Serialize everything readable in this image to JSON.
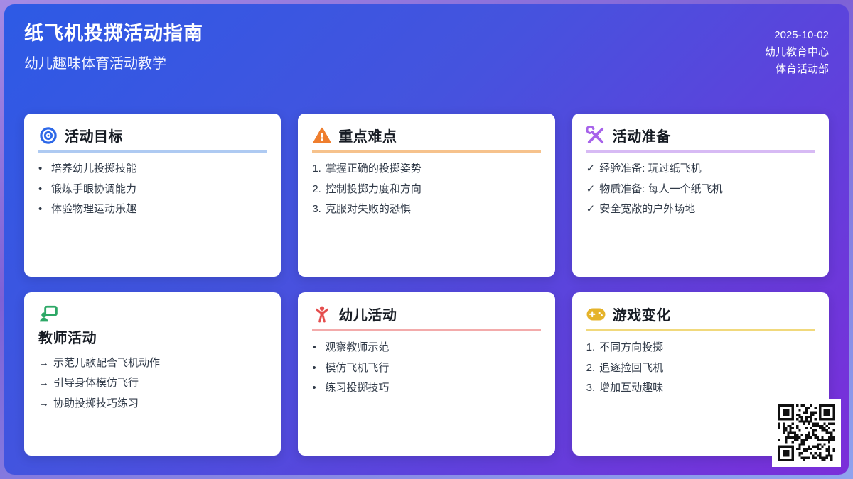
{
  "header": {
    "title": "纸飞机投掷活动指南",
    "subtitle": "幼儿趣味体育活动教学",
    "meta": {
      "date": "2025-10-02",
      "org": "幼儿教育中心",
      "dept": "体育活动部"
    }
  },
  "colors": {
    "background_gradient_from": "#2d5ae5",
    "background_gradient_to": "#7b2ed9",
    "frame_border_from": "#a58be4",
    "frame_border_to": "#8fa3ee",
    "card_background": "#ffffff"
  },
  "cards": [
    {
      "id": "activity-goals",
      "title": "活动目标",
      "icon": "target-icon",
      "icon_color": "#2d68e8",
      "accent": "#aecaf2",
      "prefixes": [
        "•",
        "•",
        "•"
      ],
      "items": [
        "培养幼儿投掷技能",
        "锻炼手眼协调能力",
        "体验物理运动乐趣"
      ]
    },
    {
      "id": "key-difficulties",
      "title": "重点难点",
      "icon": "warning-icon",
      "icon_color": "#ef7e2e",
      "accent": "#f6c28c",
      "prefixes": [
        "1.",
        "2.",
        "3."
      ],
      "items": [
        "掌握正确的投掷姿势",
        "控制投掷力度和方向",
        "克服对失败的恐惧"
      ]
    },
    {
      "id": "activity-preparation",
      "title": "活动准备",
      "icon": "tools-icon",
      "icon_color": "#a763ea",
      "accent": "#d7baf4",
      "prefixes": [
        "✓",
        "✓",
        "✓"
      ],
      "items": [
        "经验准备: 玩过纸飞机",
        "物质准备: 每人一个纸飞机",
        "安全宽敞的户外场地"
      ]
    },
    {
      "id": "teacher-activities",
      "title": "教师活动",
      "icon": "teacher-icon",
      "icon_color": "#2da866",
      "accent": "#93dcb4",
      "prefixes": [
        "→",
        "→",
        "→"
      ],
      "items": [
        "示范儿歌配合飞机动作",
        "引导身体模仿飞行",
        "协助投掷技巧练习"
      ]
    },
    {
      "id": "children-activities",
      "title": "幼儿活动",
      "icon": "child-icon",
      "icon_color": "#e54d4d",
      "accent": "#f3abab",
      "prefixes": [
        "•",
        "•",
        "•"
      ],
      "items": [
        "观察教师示范",
        "模仿飞机飞行",
        "练习投掷技巧"
      ]
    },
    {
      "id": "game-variations",
      "title": "游戏变化",
      "icon": "gamepad-icon",
      "icon_color": "#e5b32a",
      "accent": "#f1d97c",
      "prefixes": [
        "1.",
        "2.",
        "3."
      ],
      "items": [
        "不同方向投掷",
        "追逐捡回飞机",
        "增加互动趣味"
      ]
    }
  ]
}
